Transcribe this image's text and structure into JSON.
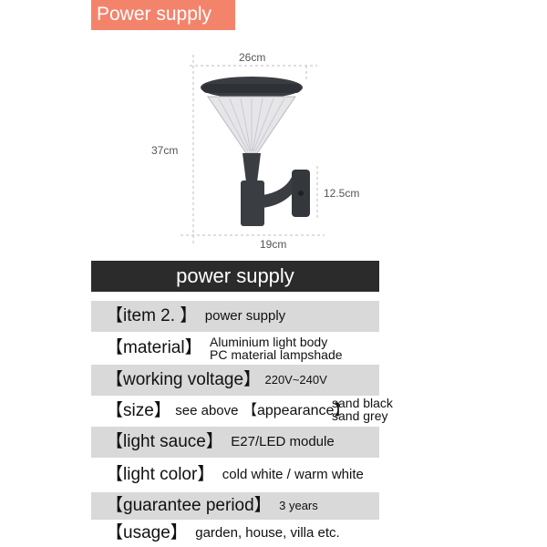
{
  "header_tag": "Power supply",
  "dimensions": {
    "width": "26cm",
    "height": "37cm",
    "arm": "12.5cm",
    "base": "19cm"
  },
  "band_title": "power supply",
  "rows": [
    {
      "label": "【item 2.  】",
      "value": "power supply"
    },
    {
      "label": "【material】",
      "value_line1": "Aluminium light body",
      "value_line2": "PC material lampshade"
    },
    {
      "label": "【working voltage】",
      "value": "220V~240V"
    },
    {
      "label": "【size】",
      "value": "see above",
      "label2": "【appearance】",
      "value2_line1": "sand black",
      "value2_line2": "sand grey"
    },
    {
      "label": "【light sauce】",
      "value": "E27/LED module"
    },
    {
      "label": "【light color】",
      "value": "cold white / warm white"
    },
    {
      "label": "【guarantee period】",
      "value": "3 years"
    },
    {
      "label": "【usage】",
      "value": "garden, house, villa etc."
    }
  ],
  "colors": {
    "tag": "#f4836b",
    "band": "#2b2b2b",
    "row_alt": "#d9d9d9",
    "lamp_body": "#3a3d42"
  }
}
